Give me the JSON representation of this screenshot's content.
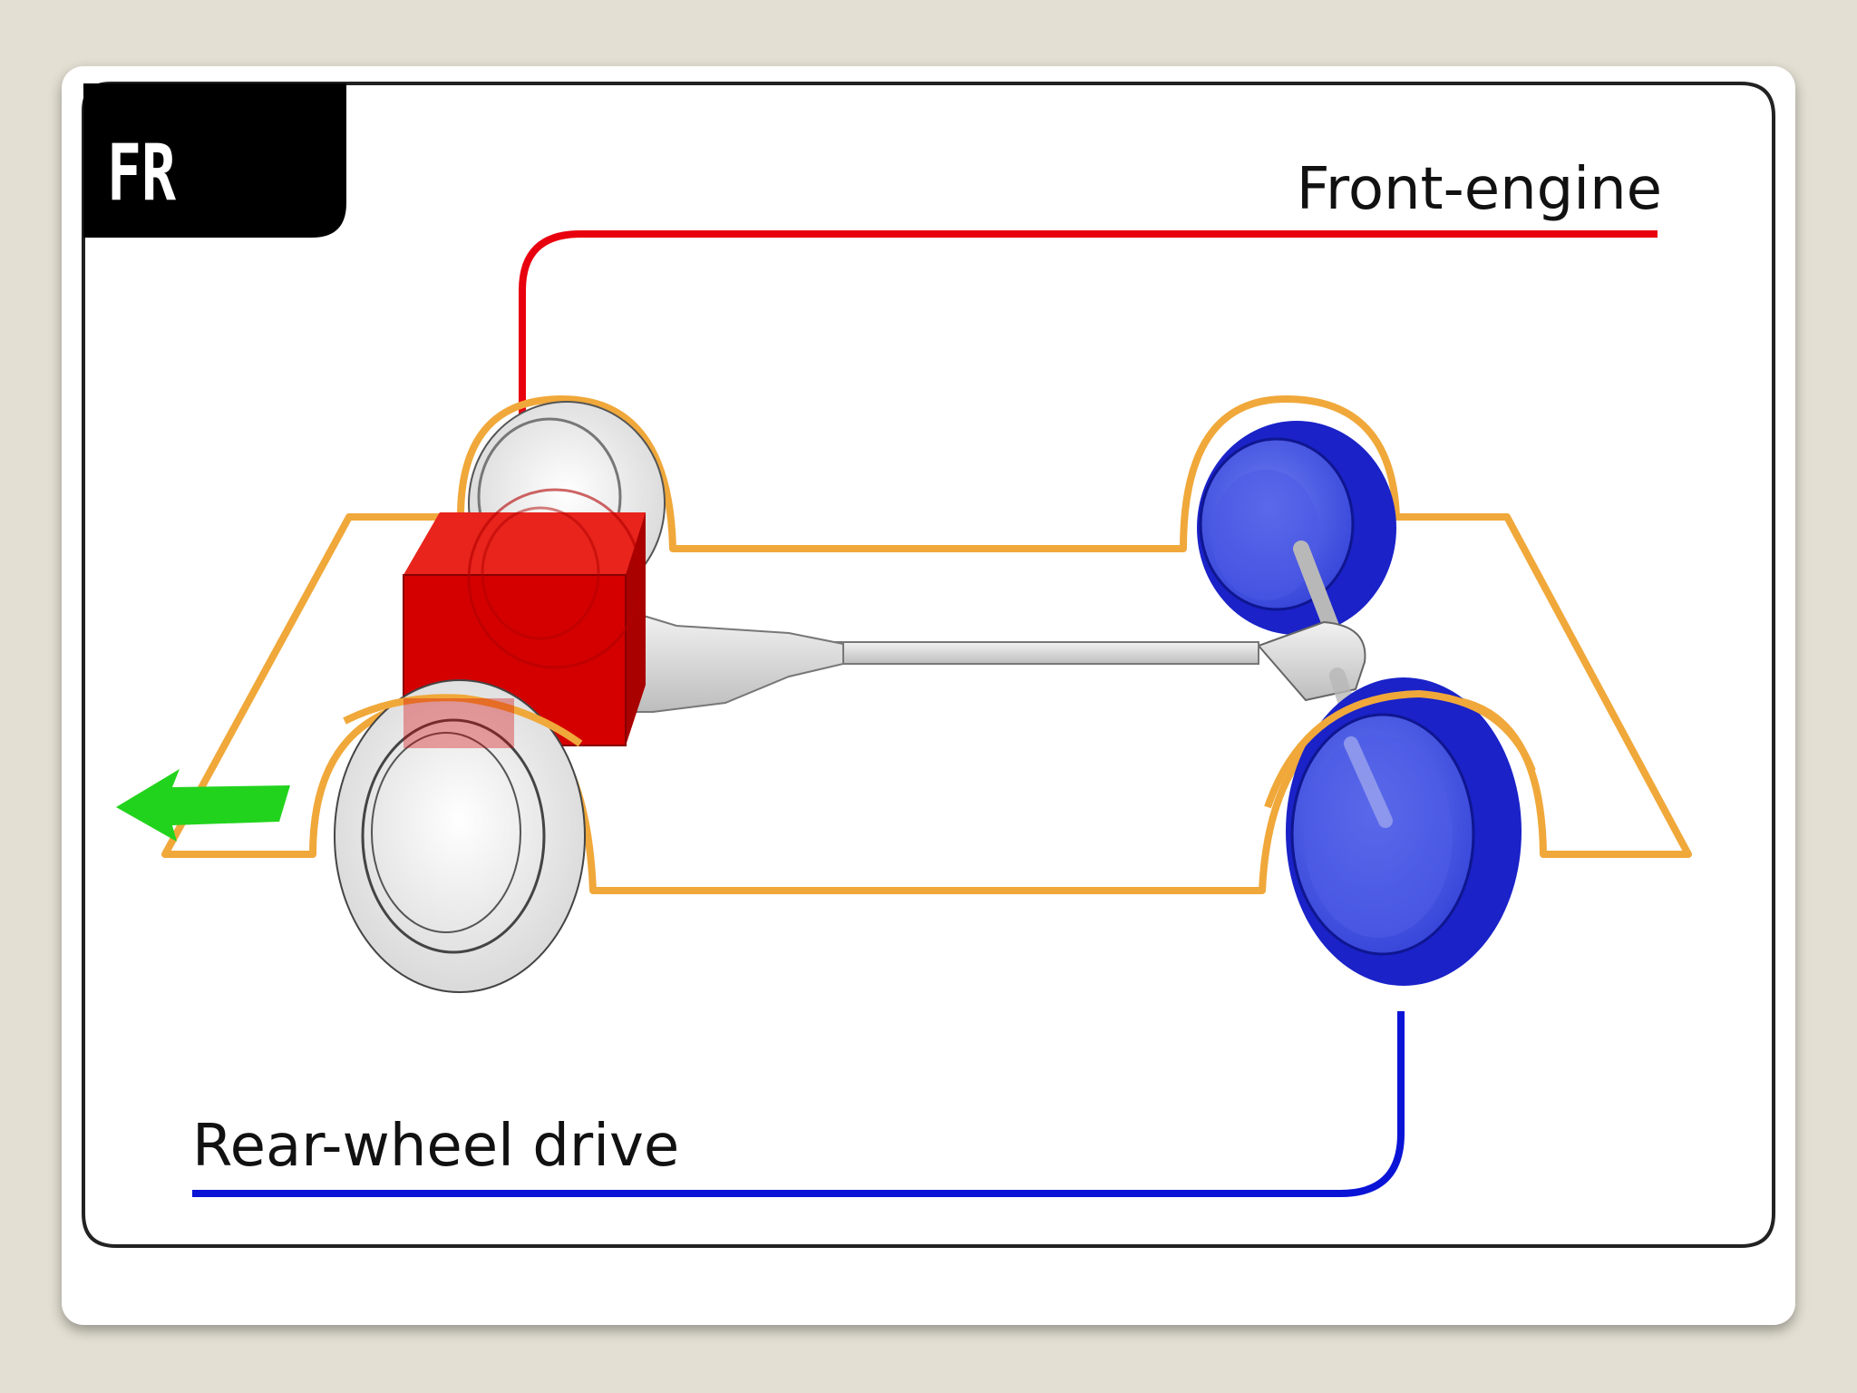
{
  "badge": {
    "text": "FR"
  },
  "labels": {
    "top": "Front-engine",
    "bottom": "Rear-wheel drive"
  },
  "colors": {
    "background": "#e3dfd2",
    "frame_stroke": "#222222",
    "badge_fill": "#000000",
    "badge_text": "#ffffff",
    "engine_line": "#e8000e",
    "drive_line": "#0a14d6",
    "chassis_outline": "#f0a83a",
    "engine_block": "#d40000",
    "front_wheels": "#dcdcdc",
    "rear_wheels": "#1a22c8",
    "direction_arrow": "#22d31d"
  },
  "icons": {
    "direction": "arrow-left-icon"
  }
}
